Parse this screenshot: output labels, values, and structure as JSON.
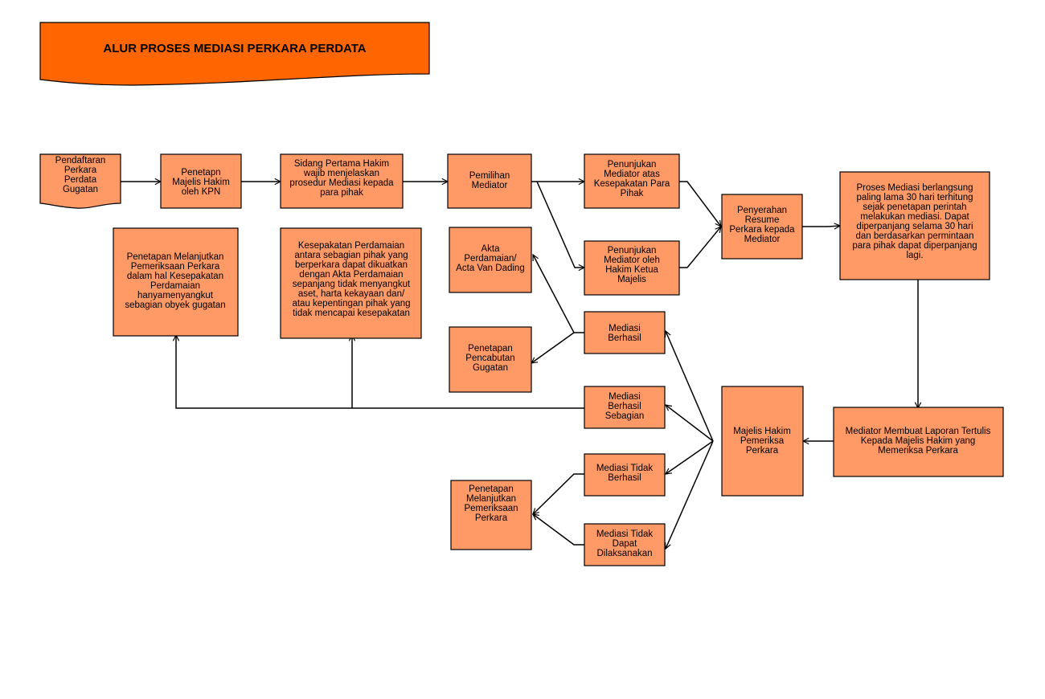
{
  "title": "ALUR PROSES MEDIASI PERKARA PERDATA",
  "colors": {
    "title_fill": "#ff6600",
    "box_fill": "#ff9966",
    "stroke": "#000000",
    "background": "#ffffff"
  },
  "nodes": {
    "pendaftaran": [
      "Pendaftaran",
      "Perkara",
      "Perdata",
      "Gugatan"
    ],
    "penetapan_majelis": [
      "Penetapn",
      "Majelis Hakim",
      "oleh KPN"
    ],
    "sidang_pertama": [
      "Sidang Pertama Hakim",
      "wajib menjelaskan",
      "prosedur Mediasi kepada",
      "para pihak"
    ],
    "pemilihan_mediator": [
      "Pemilihan",
      "Mediator"
    ],
    "penunjukan_kesepakatan": [
      "Penunjukan",
      "Mediator atas",
      "Kesepakatan Para",
      "Pihak"
    ],
    "penunjukan_hakim": [
      "Penunjukan",
      "Mediator oleh",
      "Hakim Ketua",
      "Majelis"
    ],
    "penyerahan_resume": [
      "Penyerahan",
      "Resume",
      "Perkara kepada",
      "Mediator"
    ],
    "proses_mediasi": [
      "Proses Mediasi berlangsung",
      "paling lama 30 hari terhitung",
      "sejak penetapan perintah",
      "melakukan mediasi. Dapat",
      "diperpanjang selama 30 hari",
      "dan berdasarkan permintaan",
      "para pihak dapat diperpanjang",
      "lagi."
    ],
    "laporan_tertulis": [
      "Mediator Membuat Laporan Tertulis",
      "Kepada Majelis Hakim yang",
      "Memeriksa Perkara"
    ],
    "majelis_pemeriksa": [
      "Majelis Hakim",
      "Pemeriksa",
      "Perkara"
    ],
    "mediasi_berhasil": [
      "Mediasi",
      "Berhasil"
    ],
    "mediasi_sebagian": [
      "Mediasi",
      "Berhasil",
      "Sebagian"
    ],
    "mediasi_tidak_berhasil": [
      "Mediasi Tidak",
      "Berhasil"
    ],
    "mediasi_tidak_dapat": [
      "Mediasi Tidak",
      "Dapat",
      "Dilaksanakan"
    ],
    "akta_perdamaian": [
      "Akta",
      "Perdamaian/",
      "Acta Van Dading"
    ],
    "penetapan_pencabutan": [
      "Penetapan",
      "Pencabutan",
      "Gugatan"
    ],
    "penetapan_melanjutkan_sebagian": [
      "Penetapan Melanjutkan",
      "Pemeriksaan Perkara",
      "dalam hal Kesepakatan",
      "Perdamaian",
      "hanyamenyangkut",
      "sebagian obyek gugatan"
    ],
    "kesepakatan_sebagian": [
      "Kesepakatan Perdamaian",
      "antara sebagian pihak yang",
      "berperkara dapat dikuatkan",
      "dengan Akta Perdamaian",
      "sepanjang tidak menyangkut",
      "aset, harta kekayaan dan/",
      "atau kepentingan pihak yang",
      "tidak mencapai kesepakatan"
    ],
    "penetapan_melanjutkan": [
      "Penetapan",
      "Melanjutkan",
      "Pemeriksaan",
      "Perkara"
    ]
  }
}
